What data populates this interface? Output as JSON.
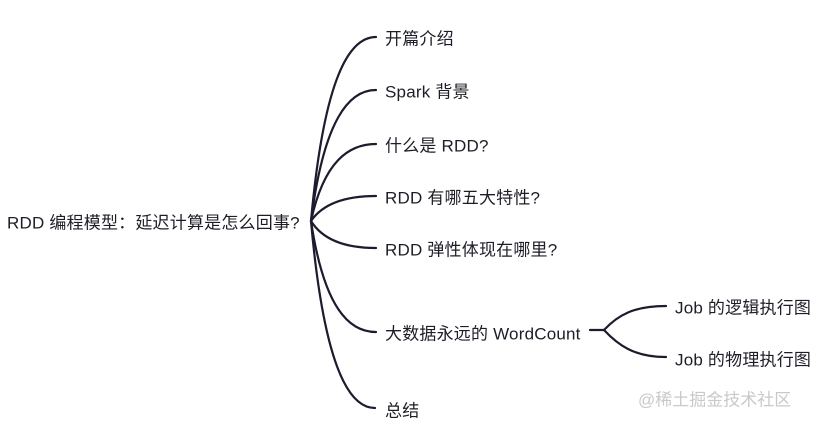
{
  "diagram": {
    "root": {
      "label": "RDD 编程模型：延迟计算是怎么回事?"
    },
    "branches": [
      {
        "label": "开篇介绍"
      },
      {
        "label": "Spark 背景"
      },
      {
        "label": "什么是 RDD?"
      },
      {
        "label": "RDD 有哪五大特性?"
      },
      {
        "label": "RDD 弹性体现在哪里?"
      },
      {
        "label": "大数据永远的 WordCount",
        "children": [
          {
            "label": "Job 的逻辑执行图"
          },
          {
            "label": "Job 的物理执行图"
          }
        ]
      },
      {
        "label": "总结"
      }
    ]
  },
  "watermark": {
    "text": "@稀土掘金技术社区"
  },
  "colors": {
    "background": "#ffffff",
    "line": "#1c1c2e",
    "text": "#1d1d27",
    "watermark": "#c9c9c9"
  }
}
